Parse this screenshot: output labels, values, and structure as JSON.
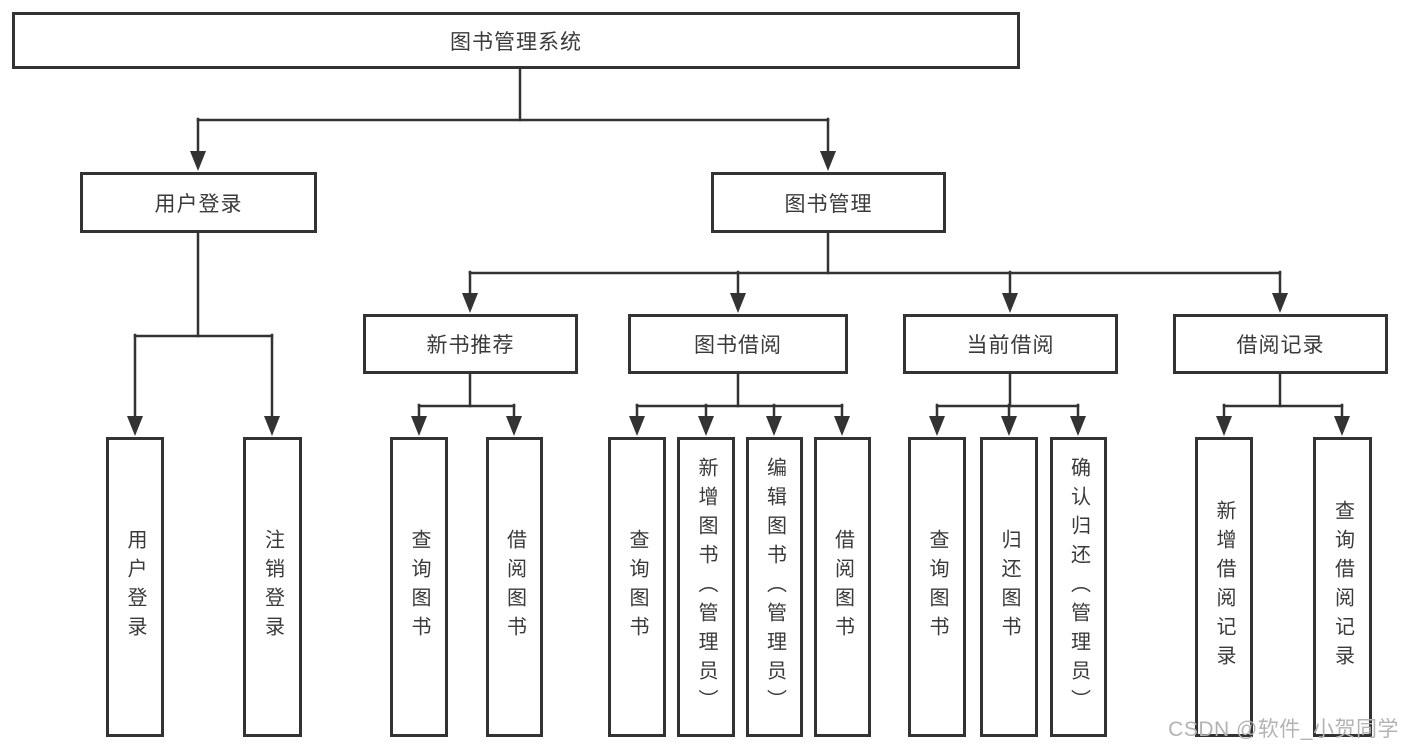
{
  "diagram": {
    "root": {
      "label": "图书管理系统"
    },
    "branches": [
      {
        "label": "用户登录",
        "children": [
          {
            "label": "用户登录"
          },
          {
            "label": "注销登录"
          }
        ]
      },
      {
        "label": "图书管理",
        "groups": [
          {
            "label": "新书推荐",
            "children": [
              {
                "label": "查询图书"
              },
              {
                "label": "借阅图书"
              }
            ]
          },
          {
            "label": "图书借阅",
            "children": [
              {
                "label": "查询图书"
              },
              {
                "label": "新增图书（管理员）"
              },
              {
                "label": "编辑图书（管理员）"
              },
              {
                "label": "借阅图书"
              }
            ]
          },
          {
            "label": "当前借阅",
            "children": [
              {
                "label": "查询图书"
              },
              {
                "label": "归还图书"
              },
              {
                "label": "确认归还（管理员）"
              }
            ]
          },
          {
            "label": "借阅记录",
            "children": [
              {
                "label": "新增借阅记录"
              },
              {
                "label": "查询借阅记录"
              }
            ]
          }
        ]
      }
    ]
  },
  "watermark": {
    "text": "CSDN @软件_小贺同学"
  },
  "colors": {
    "line": "#333333",
    "text": "#3a3a3a",
    "background": "#ffffff",
    "watermark": "#b3b3b3"
  }
}
